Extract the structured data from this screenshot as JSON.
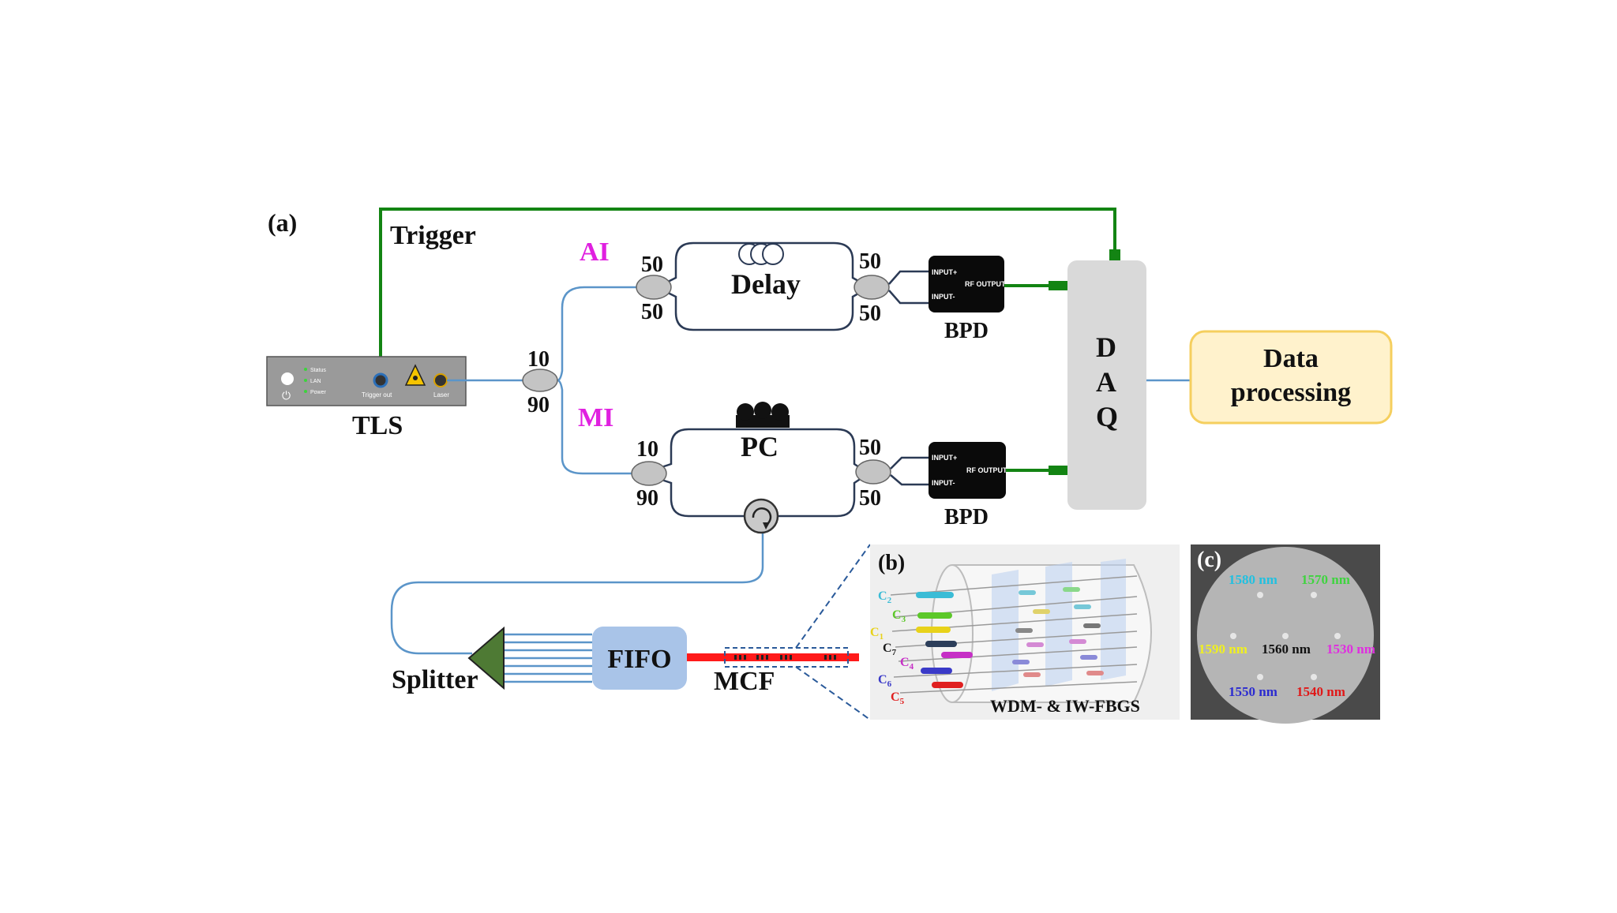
{
  "panel_labels": {
    "a": "(a)",
    "b": "(b)",
    "c": "(c)"
  },
  "trigger": {
    "label": "Trigger"
  },
  "tls": {
    "label": "TLS",
    "status": "Status",
    "lan": "LAN",
    "power": "Power",
    "trigger_out": "Trigger out",
    "laser": "Laser"
  },
  "coupler_main": {
    "top": "10",
    "bottom": "90"
  },
  "ai": {
    "label": "AI",
    "in_top": "50",
    "in_bottom": "50",
    "out_top": "50",
    "out_bottom": "50",
    "delay": "Delay"
  },
  "mi": {
    "label": "MI",
    "in_top": "10",
    "in_bottom": "90",
    "out_top": "50",
    "out_bottom": "50",
    "pc": "PC"
  },
  "bpd": {
    "label": "BPD",
    "input_plus": "INPUT+",
    "input_minus": "INPUT-",
    "rf_output": "RF OUTPUT"
  },
  "daq": {
    "letters": [
      "D",
      "A",
      "Q"
    ]
  },
  "data_processing": {
    "line1": "Data",
    "line2": "processing"
  },
  "splitter": {
    "label": "Splitter"
  },
  "fifo": {
    "label": "FIFO"
  },
  "mcf": {
    "label": "MCF"
  },
  "inset_b": {
    "caption": "WDM- & IW-FBGS",
    "cores": [
      {
        "label": "C",
        "sub": "2",
        "color": "#3bbcd6"
      },
      {
        "label": "C",
        "sub": "3",
        "color": "#5cc829"
      },
      {
        "label": "C",
        "sub": "1",
        "color": "#e8d21a"
      },
      {
        "label": "C",
        "sub": "7",
        "color": "#1a1a1a"
      },
      {
        "label": "C",
        "sub": "4",
        "color": "#c62fc6"
      },
      {
        "label": "C",
        "sub": "6",
        "color": "#3a3ac8"
      },
      {
        "label": "C",
        "sub": "5",
        "color": "#e02020"
      }
    ]
  },
  "inset_c": {
    "wavelengths": [
      {
        "text": "1580 nm",
        "color": "#22c0e0"
      },
      {
        "text": "1570 nm",
        "color": "#3fd43f"
      },
      {
        "text": "1590 nm",
        "color": "#f0f020"
      },
      {
        "text": "1560 nm",
        "color": "#111111"
      },
      {
        "text": "1530 nm",
        "color": "#e02ee0"
      },
      {
        "text": "1550 nm",
        "color": "#2b2bd0"
      },
      {
        "text": "1540 nm",
        "color": "#e01818"
      }
    ]
  },
  "colors": {
    "trigger_line": "#138413",
    "fiber": "#5b95c9",
    "label_magenta": "#e020e0",
    "daq_fill": "#d9d9d9",
    "data_fill": "#fff2cc",
    "data_border": "#f5cf5e",
    "fifo_fill": "#a9c4e8",
    "splitter_fill": "#4e7a34",
    "mcf_red": "#ff1a1a"
  }
}
